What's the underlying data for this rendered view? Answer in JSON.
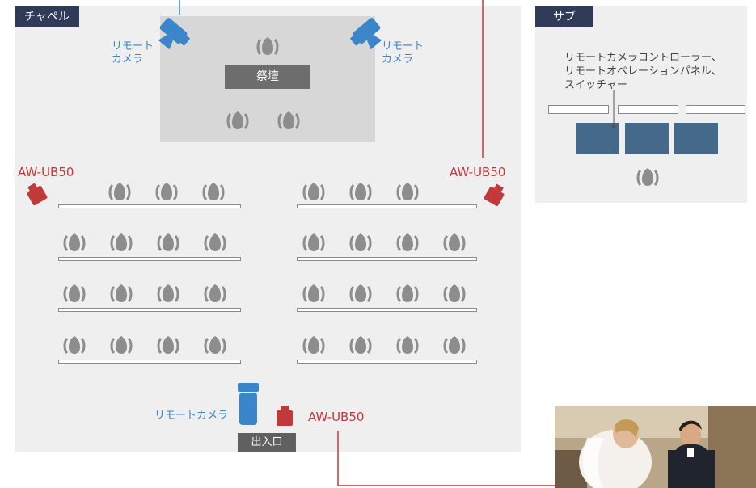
{
  "chapel": {
    "title": "チャペル",
    "altar_label": "祭壇",
    "remote_camera_left": [
      "リモート",
      "カメラ"
    ],
    "remote_camera_right": [
      "リモート",
      "カメラ"
    ],
    "aw_left": "AW-UB50",
    "aw_right": "AW-UB50",
    "remote_camera_bottom": "リモートカメラ",
    "aw_bottom": "AW-UB50",
    "exit_label": "出入口"
  },
  "sub": {
    "title": "サブ",
    "description": [
      "リモートカメラコントローラー、",
      "リモートオペレーションパネル、",
      "スイッチャー"
    ]
  },
  "colors": {
    "blue": "#3a86c8",
    "red": "#c0393b",
    "navy": "#2f3b57",
    "monitor": "#44698b"
  }
}
